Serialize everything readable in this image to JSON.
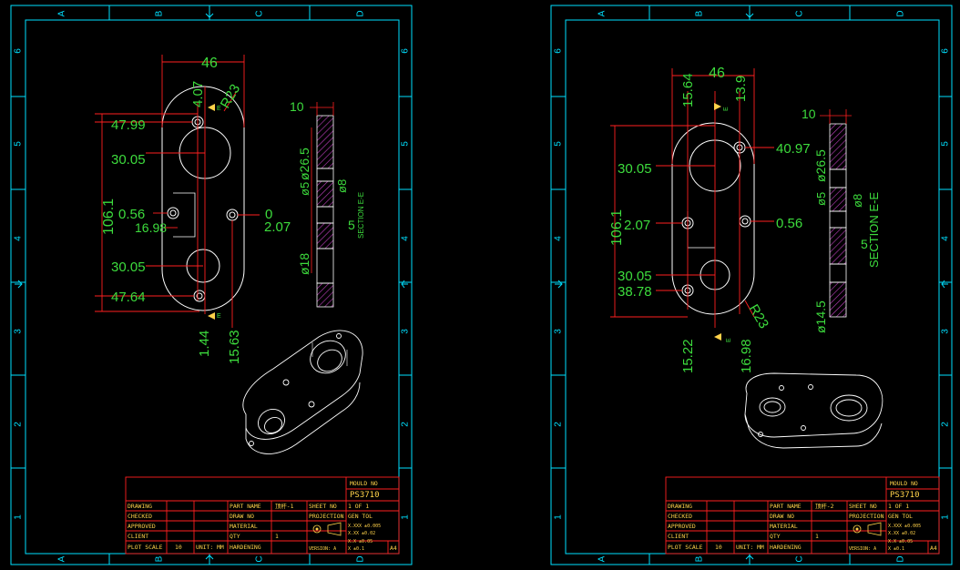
{
  "colors": {
    "background": "#000000",
    "border": "#00e0ff",
    "geometry": "#ffffff",
    "dimension_lines": "#ff2020",
    "dimension_text": "#3ddc3d",
    "title_block_lines": "#ff2020",
    "title_block_text": "#ffd24a",
    "hatch": "#c040c0"
  },
  "zones": {
    "columns": [
      "A",
      "B",
      "C",
      "D"
    ],
    "rows": [
      "6",
      "5",
      "4",
      "3",
      "2",
      "1"
    ]
  },
  "sheets": [
    {
      "dims": {
        "width": "46",
        "top_offset": "4.07",
        "radius": "R23",
        "y_upper_hole": "47.99",
        "y_bore_upper": "30.05",
        "height": "106.1",
        "y_center": "0.56",
        "x_left": "16.98",
        "x_center_zero": "0",
        "x_right": "2.07",
        "y_bore_lower": "30.05",
        "y_lower_hole": "47.64",
        "bottom_left": "1.44",
        "bottom_right": "15.63"
      },
      "section": {
        "thickness": "10",
        "outer_dia": "ø26.5",
        "small_dia": "ø5",
        "cb_dia": "ø8",
        "step": "5",
        "lower_dia": "ø18",
        "label": "SECTION E-E",
        "marker": "E"
      },
      "title_block": {
        "mould_no_label": "MOULD NO",
        "mould_no": "PS3710",
        "drawing": "DRAWING",
        "checked": "CHECKED",
        "approved": "APPROVED",
        "client": "CLIENT",
        "plot_scale": "PLOT SCALE",
        "plot_scale_val": "10",
        "unit": "UNIT: MM",
        "part_name": "PART NAME",
        "part_name_val": "顶杆-1",
        "draw_no": "DRAW NO",
        "material": "MATERIAL",
        "qty": "QTY",
        "qty_val": "1",
        "hardening": "HARDENING",
        "sheet_no": "SHEET NO",
        "sheet_val": "1 OF 1",
        "projection": "PROJECTION",
        "gen_tol": "GEN TOL",
        "tol1": "X.XXX ±0.005",
        "tol2": "X.XX ±0.02",
        "tol3": "X.X ±0.05",
        "tol4": "X ±0.1",
        "version": "VERSION: A",
        "size": "A4"
      }
    },
    {
      "dims": {
        "width": "46",
        "top_left": "15.64",
        "top_right": "13.9",
        "right_hole": "40.97",
        "y_bore_upper": "30.05",
        "height": "106.1",
        "left_hole": "2.07",
        "right_center": "0.56",
        "y_bore_lower": "30.05",
        "y_lower_hole": "38.78",
        "radius": "R23",
        "bottom_left": "15.22",
        "bottom_right": "16.98"
      },
      "section": {
        "thickness": "10",
        "outer_dia": "ø26.5",
        "small_dia": "ø5",
        "cb_dia": "ø8",
        "step": "5",
        "lower_dia": "ø14.5",
        "label": "SECTION E-E",
        "marker": "E"
      },
      "title_block": {
        "mould_no_label": "MOULD NO",
        "mould_no": "PS3710",
        "drawing": "DRAWING",
        "checked": "CHECKED",
        "approved": "APPROVED",
        "client": "CLIENT",
        "plot_scale": "PLOT SCALE",
        "plot_scale_val": "10",
        "unit": "UNIT: MM",
        "part_name": "PART NAME",
        "part_name_val": "顶杆-2",
        "draw_no": "DRAW NO",
        "material": "MATERIAL",
        "qty": "QTY",
        "qty_val": "1",
        "hardening": "HARDENING",
        "sheet_no": "SHEET NO",
        "sheet_val": "1 OF 1",
        "projection": "PROJECTION",
        "gen_tol": "GEN TOL",
        "tol1": "X.XXX ±0.005",
        "tol2": "X.XX ±0.02",
        "tol3": "X.X ±0.05",
        "tol4": "X ±0.1",
        "version": "VERSION: A",
        "size": "A4"
      }
    }
  ]
}
